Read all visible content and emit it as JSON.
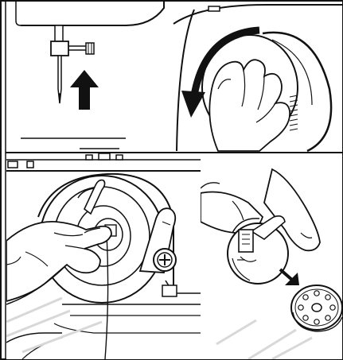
{
  "figure": {
    "type": "line-illustration",
    "panels": [
      {
        "id": "needle-up",
        "icon": "arrow-up-icon"
      },
      {
        "id": "handwheel-turn",
        "icon": "curved-arrow-icon"
      },
      {
        "id": "open-bobbin-case",
        "icon": "hand-icon"
      },
      {
        "id": "remove-bobbin",
        "icon": "arrow-down-right-icon"
      }
    ],
    "colors": {
      "ink": "#111111",
      "paper": "#ffffff",
      "gray": "#9a9a9a",
      "light_gray": "#d8d8d8"
    }
  }
}
